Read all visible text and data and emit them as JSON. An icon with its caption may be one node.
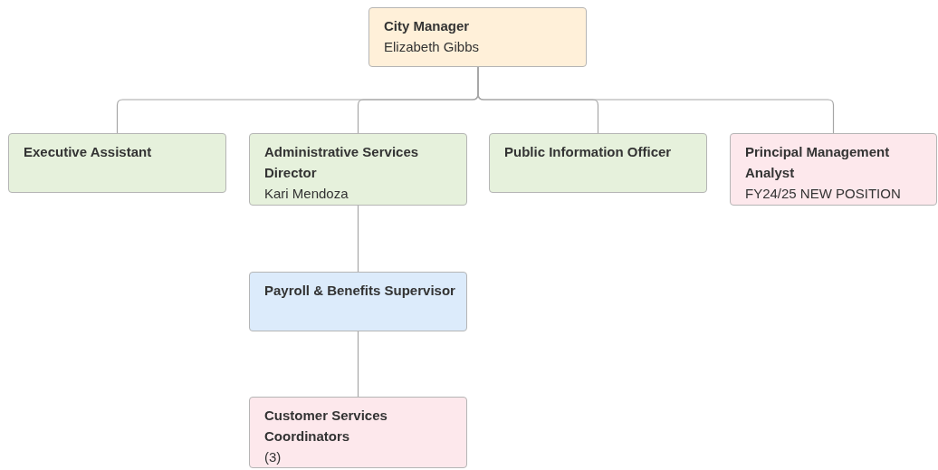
{
  "diagram": {
    "nodes": [
      {
        "text": [
          "City Manager",
          "Elizabeth Gibbs"
        ]
      },
      {
        "text": [
          "Executive Assistant"
        ]
      },
      {
        "text": [
          "Administrative Services Director",
          "Kari Mendoza"
        ]
      },
      {
        "text": [
          "Public Information Officer"
        ]
      },
      {
        "text": [
          "Principal Management Analyst",
          "FY24/25 NEW POSITION"
        ]
      },
      {
        "text": [
          "Payroll & Benefits Supervisor"
        ]
      },
      {
        "text": [
          "Customer Services Coordinators",
          "(3)"
        ]
      }
    ],
    "edges": [
      {
        "from": 0,
        "to": 1,
        "arrow": "none"
      },
      {
        "from": 0,
        "to": 2,
        "arrow": "none"
      },
      {
        "from": 0,
        "to": 3,
        "arrow": "none"
      },
      {
        "from": 0,
        "to": 4,
        "arrow": "none"
      },
      {
        "from": 2,
        "to": 5,
        "arrow": "none"
      },
      {
        "from": 5,
        "to": 6,
        "arrow": "none"
      }
    ]
  }
}
